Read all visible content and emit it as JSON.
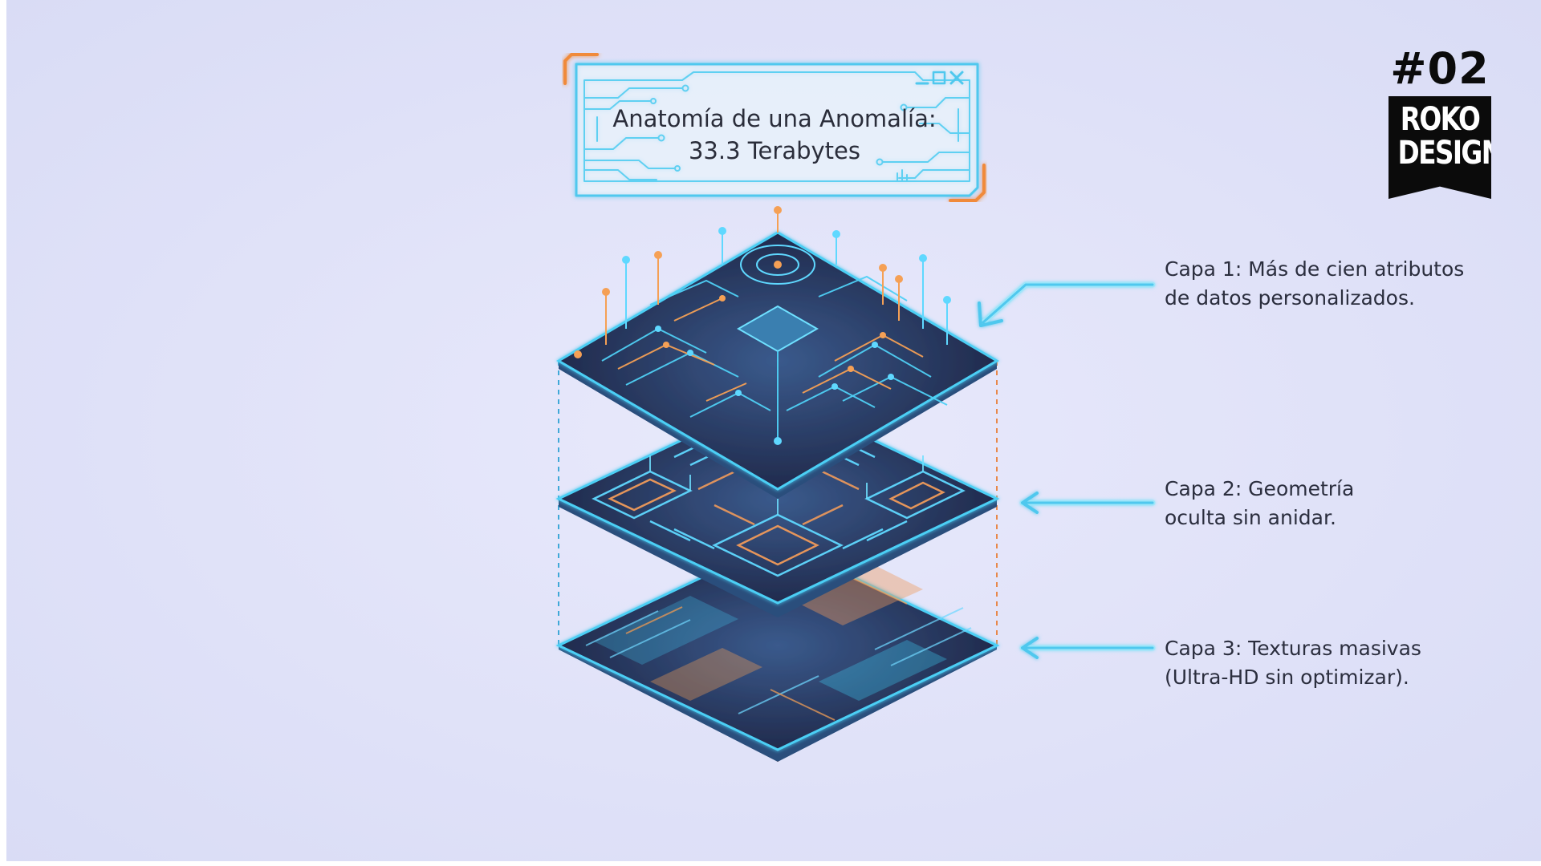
{
  "title": {
    "line1": "Anatomía de una Anomalía:",
    "line2": "33.3 Terabytes"
  },
  "layers": [
    {
      "line1": "Capa 1: Más de cien atributos",
      "line2": "de datos personalizados."
    },
    {
      "line1": "Capa 2: Geometría",
      "line2": "oculta sin anidar."
    },
    {
      "line1": "Capa 3: Texturas masivas",
      "line2": "(Ultra-HD sin optimizar)."
    }
  ],
  "brand": {
    "number": "#02",
    "name_line1": "ROKO",
    "name_line2": "DESIGN"
  },
  "colors": {
    "background": "#dfe1f8",
    "frame_cyan": "#4fc8ee",
    "frame_orange": "#f08a3a",
    "plate_dark": "#1e2440",
    "circuit_cyan": "#3fd0f5",
    "circuit_orange": "#f59a4a",
    "text": "#2b2e3e"
  }
}
